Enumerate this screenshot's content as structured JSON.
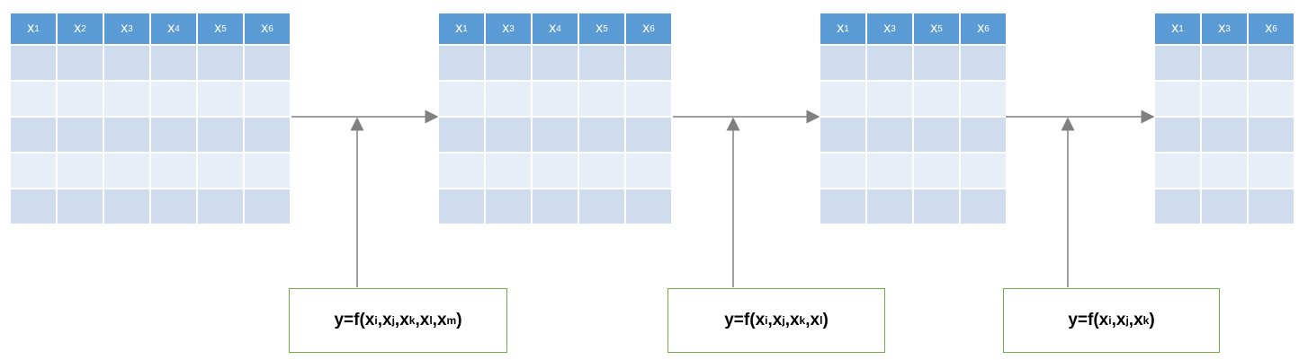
{
  "tables": [
    {
      "id": "t1",
      "columns": [
        {
          "var": "x",
          "sub": "1"
        },
        {
          "var": "x",
          "sub": "2"
        },
        {
          "var": "x",
          "sub": "3"
        },
        {
          "var": "x",
          "sub": "4"
        },
        {
          "var": "x",
          "sub": "5"
        },
        {
          "var": "x",
          "sub": "6"
        }
      ],
      "rows": 5
    },
    {
      "id": "t2",
      "columns": [
        {
          "var": "x",
          "sub": "1"
        },
        {
          "var": "x",
          "sub": "3"
        },
        {
          "var": "x",
          "sub": "4"
        },
        {
          "var": "x",
          "sub": "5"
        },
        {
          "var": "x",
          "sub": "6"
        }
      ],
      "rows": 5
    },
    {
      "id": "t3",
      "columns": [
        {
          "var": "x",
          "sub": "1"
        },
        {
          "var": "x",
          "sub": "3"
        },
        {
          "var": "x",
          "sub": "5"
        },
        {
          "var": "x",
          "sub": "6"
        }
      ],
      "rows": 5
    },
    {
      "id": "t4",
      "columns": [
        {
          "var": "x",
          "sub": "1"
        },
        {
          "var": "x",
          "sub": "3"
        },
        {
          "var": "x",
          "sub": "6"
        }
      ],
      "rows": 5
    }
  ],
  "functions": [
    {
      "prefix": "y=f(",
      "args": [
        "i",
        "j",
        "k",
        "l",
        "m"
      ],
      "suffix": ")"
    },
    {
      "prefix": "y=f(",
      "args": [
        "i",
        "j",
        "k",
        "l"
      ],
      "suffix": ")"
    },
    {
      "prefix": "y=f(",
      "args": [
        "i",
        "j",
        "k"
      ],
      "suffix": ")"
    }
  ],
  "colors": {
    "header": "#5b9bd5",
    "row_dark": "#cfdcee",
    "row_light": "#e8eef8",
    "arrow": "#808080",
    "func_border": "#70ad47"
  }
}
